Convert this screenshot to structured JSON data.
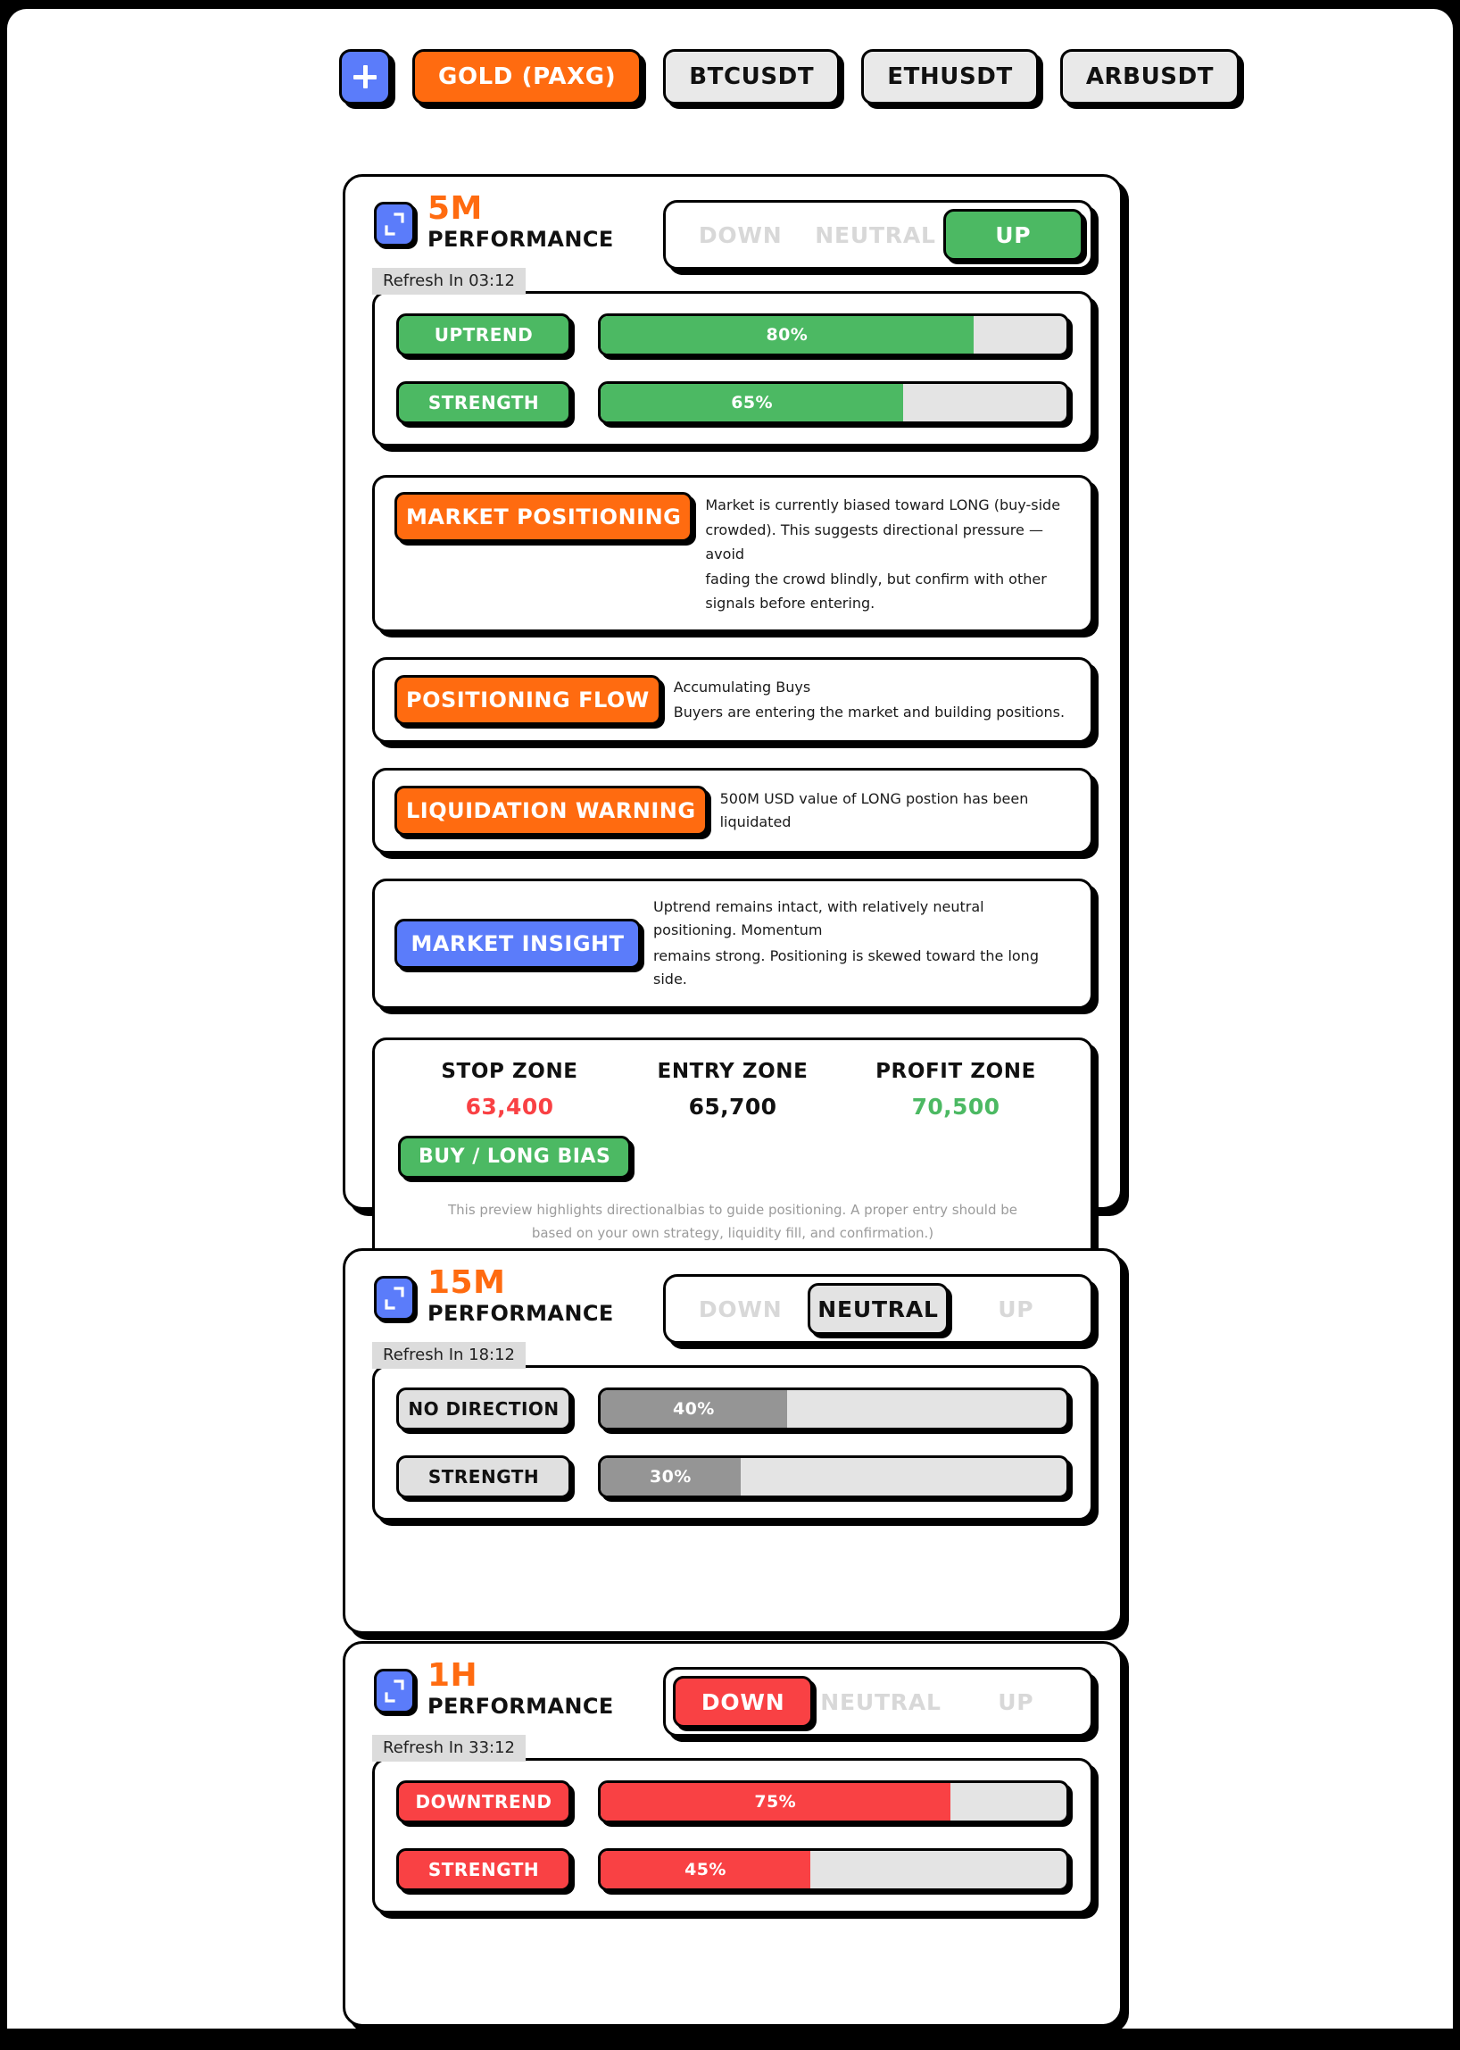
{
  "tabs": {
    "add_label": "+",
    "items": [
      {
        "label": "GOLD (PAXG)",
        "active": true
      },
      {
        "label": "BTCUSDT",
        "active": false
      },
      {
        "label": "ETHUSDT",
        "active": false
      },
      {
        "label": "ARBUSDT",
        "active": false
      }
    ]
  },
  "direction_options": {
    "down": "DOWN",
    "neutral": "NEUTRAL",
    "up": "UP"
  },
  "cards": {
    "m5": {
      "timeframe": "5M",
      "performance_label": "PERFORMANCE",
      "refresh": "Refresh In 03:12",
      "selected_direction": "UP",
      "metrics": [
        {
          "chip": "UPTREND",
          "percent": "80%",
          "value": 80,
          "style": "green"
        },
        {
          "chip": "STRENGTH",
          "percent": "65%",
          "value": 65,
          "style": "green"
        }
      ],
      "info": [
        {
          "label": "MARKET POSITIONING",
          "style": "orange",
          "lines": [
            "Market  is currently biased toward LONG (buy-side",
            "crowded). This suggests  directional pressure — avoid",
            "fading the crowd blindly, but confirm with  other signals before entering."
          ]
        },
        {
          "label": "POSITIONING FLOW",
          "style": "orange",
          "lines": [
            "Accumulating Buys",
            "Buyers are entering the market and building positions."
          ]
        },
        {
          "label": "LIQUIDATION WARNING",
          "style": "orange",
          "lines": [
            "500M USD value of LONG postion has been liquidated"
          ]
        },
        {
          "label": "MARKET INSIGHT",
          "style": "blue",
          "lines": [
            "Uptrend remains intact, with relatively neutral positioning. Momentum",
            "remains strong. Positioning is skewed toward the long side."
          ]
        }
      ],
      "zones": {
        "stop_name": "STOP ZONE",
        "stop_value": "63,400",
        "entry_name": "ENTRY ZONE",
        "entry_value": "65,700",
        "profit_name": "PROFIT ZONE",
        "profit_value": "70,500",
        "bias_label": "BUY / LONG BIAS",
        "disclaimer_line1": "This preview highlights directionalbias to guide positioning. A proper entry should be",
        "disclaimer_line2": "based on your own strategy, liquidity fill,  and confirmation.)"
      }
    },
    "m15": {
      "timeframe": "15M",
      "performance_label": "PERFORMANCE",
      "refresh": "Refresh In 18:12",
      "selected_direction": "NEUTRAL",
      "metrics": [
        {
          "chip": "NO DIRECTION",
          "percent": "40%",
          "value": 40,
          "style": "grey"
        },
        {
          "chip": "STRENGTH",
          "percent": "30%",
          "value": 30,
          "style": "grey"
        }
      ]
    },
    "h1": {
      "timeframe": "1H",
      "performance_label": "PERFORMANCE",
      "refresh": "Refresh In 33:12",
      "selected_direction": "DOWN",
      "metrics": [
        {
          "chip": "DOWNTREND",
          "percent": "75%",
          "value": 75,
          "style": "red"
        },
        {
          "chip": "STRENGTH",
          "percent": "45%",
          "value": 45,
          "style": "red"
        }
      ]
    }
  },
  "colors": {
    "orange": "#FF6B10",
    "blue": "#5B7CFA",
    "green": "#4CB963",
    "red": "#F94144",
    "grey": "#959595"
  }
}
